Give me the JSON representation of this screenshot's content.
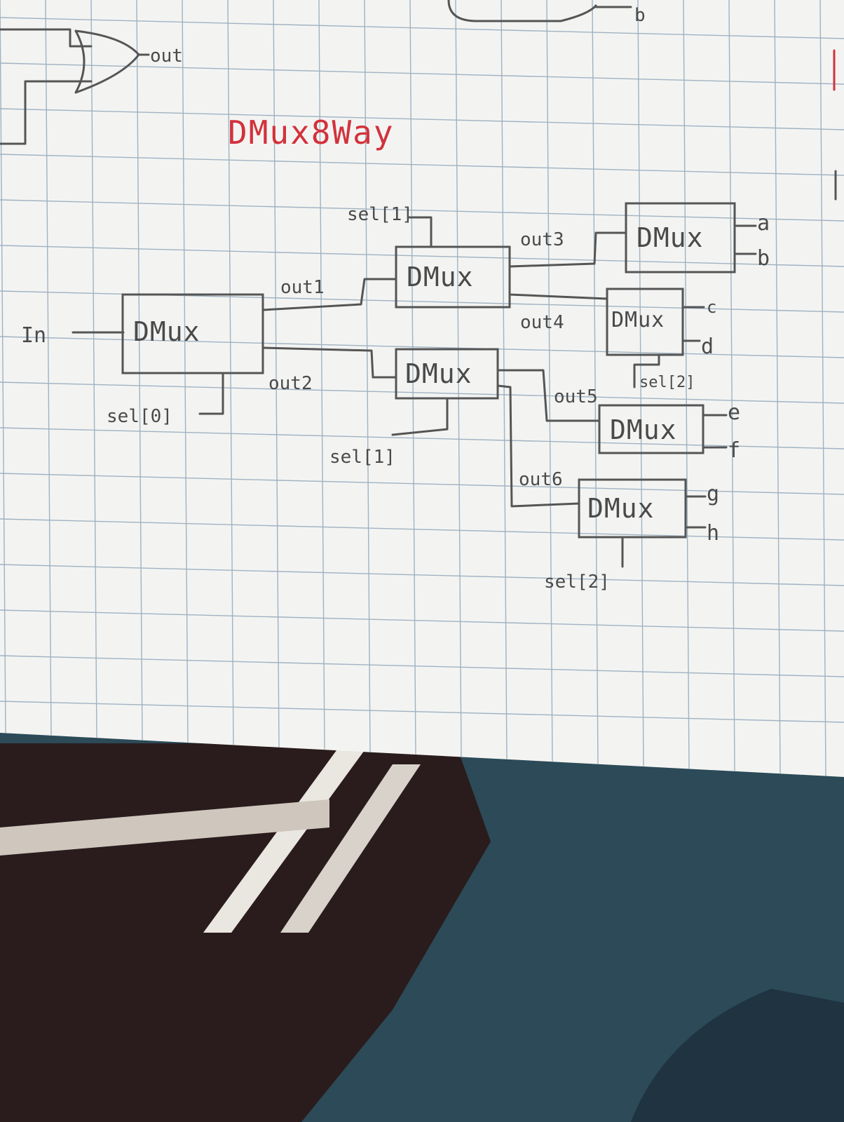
{
  "title": "DMux8Way",
  "top_fragment": {
    "out_label": "out",
    "b_label": "b"
  },
  "input_label": "In",
  "dmux_label": "DMux",
  "wires": {
    "out1": "out1",
    "out2": "out2",
    "out3": "out3",
    "out4": "out4",
    "out5": "out5",
    "out6": "out6"
  },
  "selects": {
    "sel0": "sel[0]",
    "sel1_top": "sel[1]",
    "sel1_bottom": "sel[1]",
    "sel2_cd": "sel[2]",
    "sel2_gh": "sel[2]"
  },
  "outputs": [
    "a",
    "b",
    "c",
    "d",
    "e",
    "f",
    "g",
    "h"
  ],
  "colors": {
    "paper": "#f3f4f2",
    "grid": "#9fb2c2",
    "pencil": "#555555",
    "title_red": "#d2323c",
    "backdrop_teal": "#2c4a58",
    "backdrop_dark": "#2a1c1c"
  }
}
